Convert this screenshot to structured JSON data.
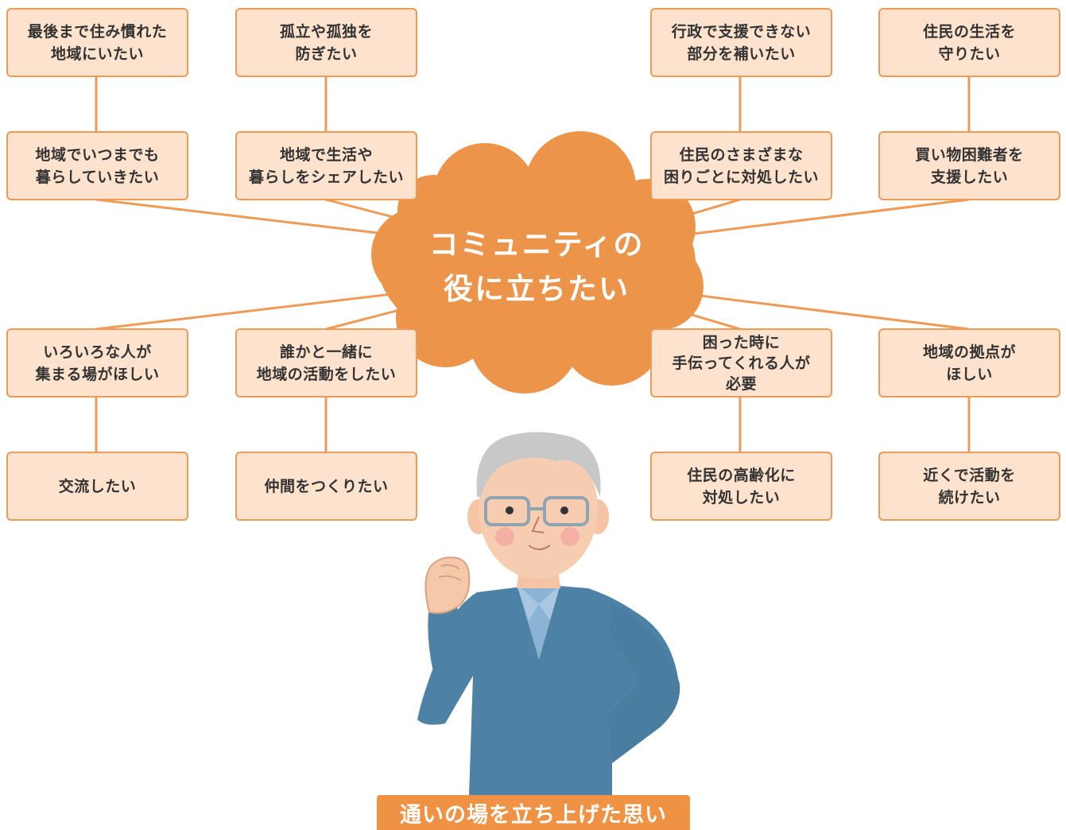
{
  "center": {
    "label": "コミュニティの\n役に立ちたい"
  },
  "caption": "通いの場を立ち上げた思い",
  "colors": {
    "box_fill": "#fde3cd",
    "box_border": "#ef9a55",
    "cloud": "#ec9449",
    "caption_bg": "#ef9244",
    "sweater": "#4d82a6"
  },
  "boxes": {
    "b1": "最後まで住み慣れた\n地域にいたい",
    "b2": "孤立や孤独を\n防ぎたい",
    "b3": "行政で支援できない\n部分を補いたい",
    "b4": "住民の生活を\n守りたい",
    "b5": "地域でいつまでも\n暮らしていきたい",
    "b6": "地域で生活や\n暮らしをシェアしたい",
    "b7": "住民のさまざまな\n困りごとに対処したい",
    "b8": "買い物困難者を\n支援したい",
    "b9": "いろいろな人が\n集まる場がほしい",
    "b10": "誰かと一緒に\n地域の活動をしたい",
    "b11": "困った時に\n手伝ってくれる人が\n必要",
    "b12": "地域の拠点が\nほしい",
    "b13": "交流したい",
    "b14": "仲間をつくりたい",
    "b15": "住民の高齢化に\n対処したい",
    "b16": "近くで活動を\n続けたい"
  },
  "illustration": {
    "icon": "elderly-man-fist-icon"
  }
}
